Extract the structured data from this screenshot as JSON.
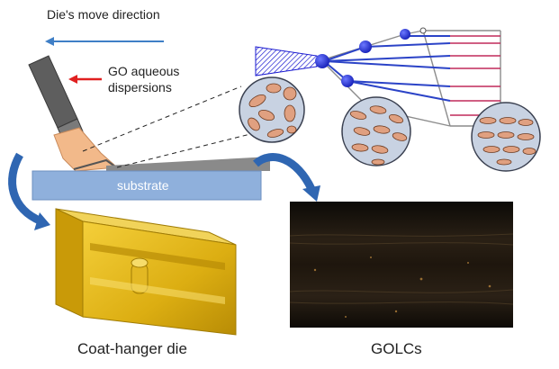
{
  "labels": {
    "move_direction": "Die's move direction",
    "go_line1": "GO aqueous",
    "go_line2": "dispersions",
    "substrate": "substrate",
    "die_caption": "Coat-hanger die",
    "golc_caption": "GOLCs"
  },
  "colors": {
    "move_arrow": "#3f7fc6",
    "go_arrow": "#e02020",
    "substrate": "#8fb0dc",
    "curved_arrows": "#2f66b2",
    "die_body": "#d9a90a",
    "golc_background": "#1c140c",
    "rod": "#6e6e6e",
    "nozzle": "#f2b98a",
    "coating": "#8a8a8a",
    "bubble_fill": "#c8d2e2",
    "flake": "#e0a080",
    "guide_line": "#2b43c7",
    "pink_line": "#c02a5a",
    "frame_line": "#8c8c8c"
  },
  "icons": {
    "move_arrow": "arrow-left-icon",
    "go_arrow": "arrow-left-icon",
    "curved_arrow": "curved-arrow-icon"
  }
}
